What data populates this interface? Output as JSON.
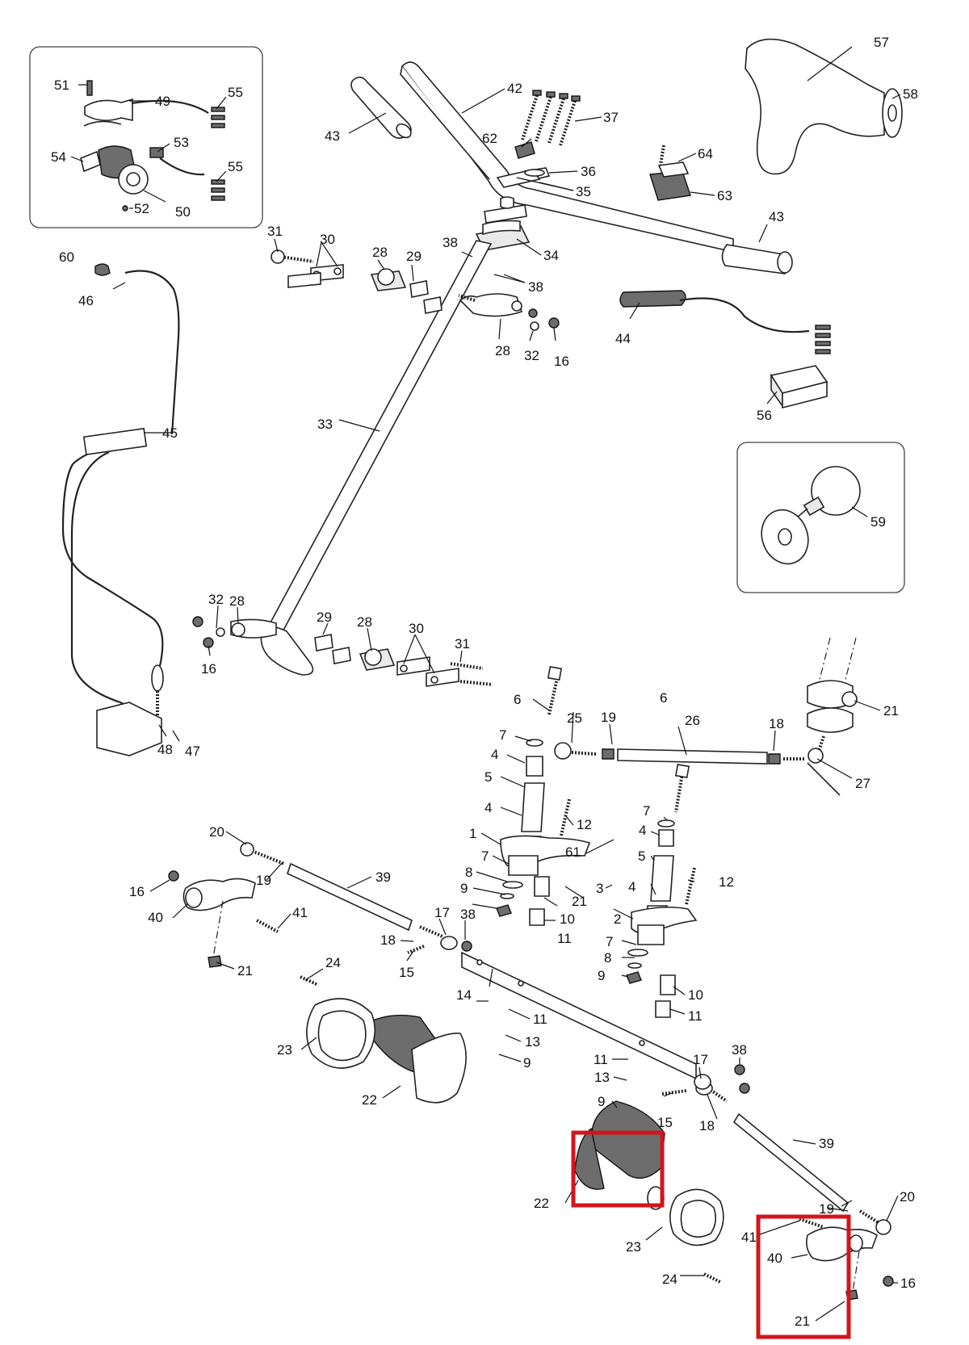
{
  "diagram": {
    "type": "exploded-parts-diagram",
    "highlight_color": "#d4141b",
    "callouts": {
      "c1": "1",
      "c2": "2",
      "c3": "3",
      "c4a": "4",
      "c4b": "4",
      "c4c": "4",
      "c4d": "4",
      "c5a": "5",
      "c5b": "5",
      "c6a": "6",
      "c6b": "6",
      "c7a": "7",
      "c7b": "7",
      "c7c": "7",
      "c7d": "7",
      "c8a": "8",
      "c8b": "8",
      "c9a": "9",
      "c9b": "9",
      "c9c": "9",
      "c9d": "9",
      "c10a": "10",
      "c10b": "10",
      "c11a": "11",
      "c11b": "11",
      "c11c": "11",
      "c11d": "11",
      "c12a": "12",
      "c12b": "12",
      "c13a": "13",
      "c13b": "13",
      "c14": "14",
      "c15a": "15",
      "c15b": "15",
      "c16a": "16",
      "c16b": "16",
      "c16c": "16",
      "c16d": "16",
      "c17a": "17",
      "c17b": "17",
      "c18a": "18",
      "c18b": "18",
      "c18c": "18",
      "c19a": "19",
      "c19b": "19",
      "c19c": "19",
      "c20a": "20",
      "c20b": "20",
      "c21a": "21",
      "c21b": "21",
      "c21c": "21",
      "c21d": "21",
      "c22a": "22",
      "c22b": "22",
      "c23a": "23",
      "c23b": "23",
      "c24a": "24",
      "c24b": "24",
      "c25": "25",
      "c26": "26",
      "c27": "27",
      "c28a": "28",
      "c28b": "28",
      "c28c": "28",
      "c29a": "29",
      "c29b": "29",
      "c30a": "30",
      "c30b": "30",
      "c31a": "31",
      "c31b": "31",
      "c32a": "32",
      "c32b": "32",
      "c33": "33",
      "c34": "34",
      "c35": "35",
      "c36": "36",
      "c37": "37",
      "c38a": "38",
      "c38b": "38",
      "c38c": "38",
      "c38d": "38",
      "c39a": "39",
      "c39b": "39",
      "c40a": "40",
      "c40b": "40",
      "c41a": "41",
      "c41b": "41",
      "c42": "42",
      "c43a": "43",
      "c43b": "43",
      "c44": "44",
      "c45": "45",
      "c46": "46",
      "c47": "47",
      "c48": "48",
      "c49": "49",
      "c50": "50",
      "c51": "51",
      "c52": "52",
      "c53": "53",
      "c54": "54",
      "c55a": "55",
      "c55b": "55",
      "c56": "56",
      "c57": "57",
      "c58": "58",
      "c59": "59",
      "c60": "60",
      "c61": "61",
      "c62": "62",
      "c63": "63",
      "c64": "64"
    }
  }
}
